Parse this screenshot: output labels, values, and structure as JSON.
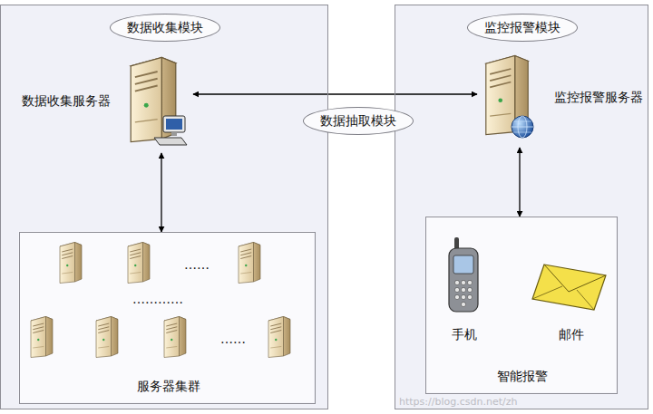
{
  "diagram": {
    "nodes": [
      {
        "text": [
          "数据收集模块"
        ]
      },
      {
        "text": [
          "数据收集服务器"
        ],
        "in": 0
      },
      {
        "text": [
          "服务器集群"
        ],
        "in": 0
      },
      {
        "text": [
          "监控报警模块"
        ]
      },
      {
        "text": [
          "监控报警服务器"
        ],
        "in": 3
      },
      {
        "text": [
          "智能报警"
        ],
        "in": 3
      },
      {
        "text": [
          "手机"
        ],
        "in": 5
      },
      {
        "text": [
          "邮件"
        ],
        "in": 5
      }
    ],
    "edges": [
      {
        "from": 1,
        "to": 4,
        "label": "数据抽取模块",
        "arrow": "both"
      },
      {
        "from": 1,
        "to": 2,
        "arrow": "both"
      },
      {
        "from": 4,
        "to": 5,
        "arrow": "both"
      }
    ],
    "labels": [
      "……",
      "…………",
      "……",
      "https://blog.csdn.net/zh"
    ]
  }
}
